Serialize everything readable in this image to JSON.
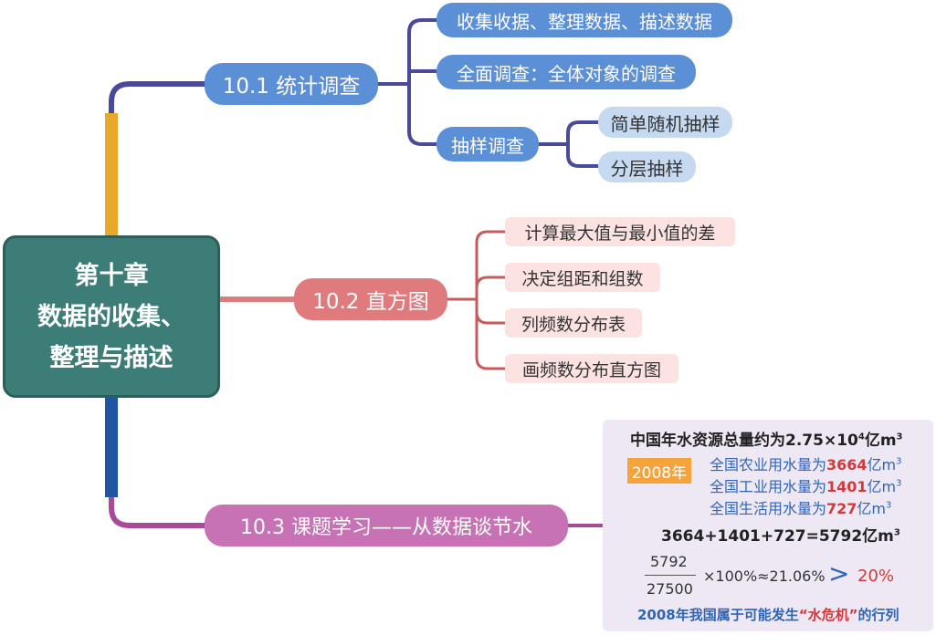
{
  "root": {
    "line1": "第十章",
    "line2": "数据的收集、",
    "line3": "整理与描述"
  },
  "s1": {
    "label": "10.1 统计调查",
    "children": [
      "收集收据、整理数据、描述数据",
      "全面调查：全体对象的调查",
      "抽样调查"
    ],
    "sampling": [
      "简单随机抽样",
      "分层抽样"
    ]
  },
  "s2": {
    "label": "10.2 直方图",
    "children": [
      "计算最大值与最小值的差",
      "决定组距和组数",
      "列频数分布表",
      "画频数分布直方图"
    ]
  },
  "s3": {
    "label": "10.3 课题学习——从数据谈节水"
  },
  "panel": {
    "title_prefix": "中国年水资源总量约为2.75×10",
    "title_exp": "4",
    "title_suffix": "亿m",
    "title_unit_exp": "3",
    "year": "2008年",
    "agri_prefix": "全国农业用水量为",
    "agri_value": "3664",
    "industry_prefix": "全国工业用水量为",
    "industry_value": "1401",
    "life_prefix": "全国生活用水量为",
    "life_value": "727",
    "unit": "亿m",
    "unit_exp": "3",
    "sum": "3664+1401+727=5792亿m",
    "numerator": "5792",
    "denominator": "27500",
    "calc": "×100%≈21.06%",
    "gt": ">",
    "threshold": "20%",
    "conclusion_prefix": "2008年我国属于可能发生",
    "conclusion_quote": "“水危机”",
    "conclusion_suffix": "的行列"
  },
  "colors": {
    "root_fill": "#3d7d78",
    "s1": "#5b8fd6",
    "s1_line": "#4a4a9a",
    "s2": "#e07b7d",
    "s2_line": "#c85a5c",
    "s3": "#c772b5",
    "s3_line": "#a9499a",
    "trunk_yellow": "#e8a92a",
    "trunk_blue": "#1f55a3",
    "trunk_pink": "#e07b7d",
    "panel_bg": "#eee8f4",
    "year_badge": "#f5a33a"
  }
}
